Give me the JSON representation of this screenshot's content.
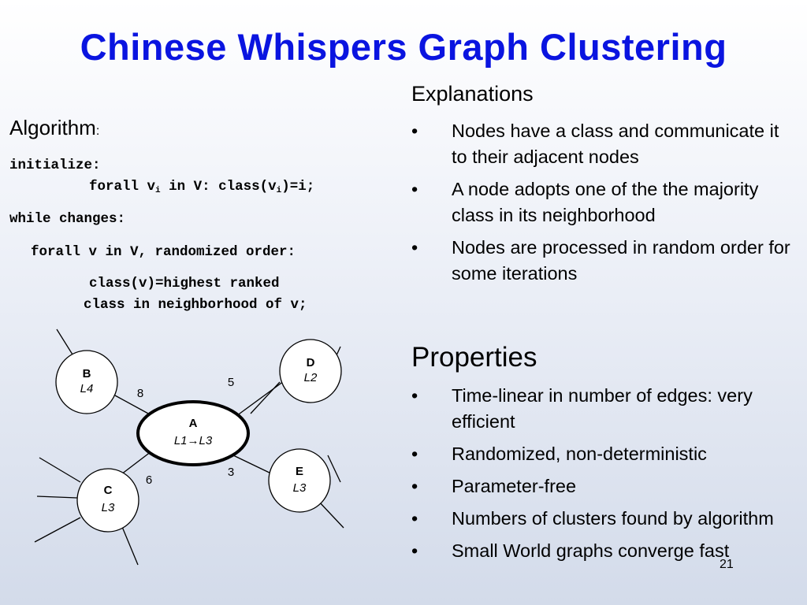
{
  "title": "Chinese Whispers Graph Clustering",
  "algorithm": {
    "heading": "Algorithm",
    "colon": ":",
    "line1": "initialize:",
    "line2": {
      "a": "forall v",
      "sub1": "i",
      "b": " in V: class(v",
      "sub2": "i",
      "c": ")=i;"
    },
    "line3": "while changes:",
    "line4": "forall v in V, randomized order:",
    "line5": "class(v)=highest ranked",
    "line6": "class in neighborhood of v;"
  },
  "explanations": {
    "heading": "Explanations",
    "items": [
      "Nodes have a class and communicate it to their adjacent nodes",
      "A node adopts one of the the majority class in its neighborhood",
      "Nodes are processed in random order for some iterations"
    ]
  },
  "properties": {
    "heading": "Properties",
    "items": [
      "Time-linear in number of edges: very efficient",
      "Randomized, non-deterministic",
      "Parameter-free",
      "Numbers of clusters found by algorithm",
      "Small World graphs converge fast"
    ]
  },
  "bullet_char": "•",
  "graph": {
    "nodes": {
      "A": {
        "name": "A",
        "label": "L1→L3"
      },
      "B": {
        "name": "B",
        "label": "L4"
      },
      "C": {
        "name": "C",
        "label": "L3"
      },
      "D": {
        "name": "D",
        "label": "L2"
      },
      "E": {
        "name": "E",
        "label": "L3"
      }
    },
    "edge_weights": {
      "AB": "8",
      "AD": "5",
      "AC": "6",
      "AE": "3"
    }
  },
  "page_number": "21"
}
